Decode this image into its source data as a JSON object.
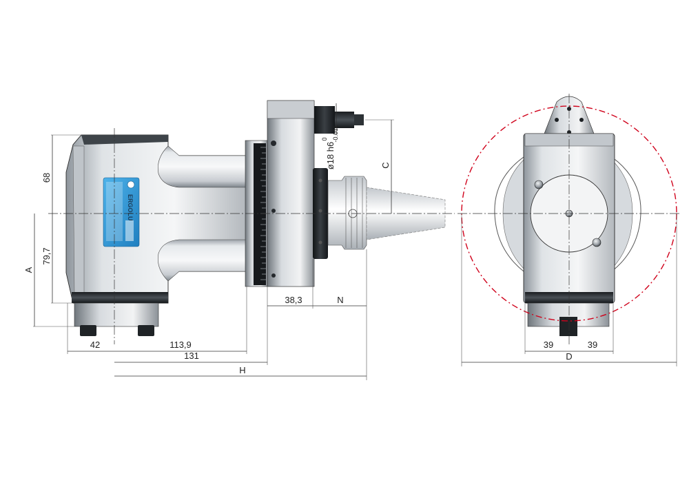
{
  "dimensions": {
    "d68": "68",
    "d79_7": "79,7",
    "A": "A",
    "d42": "42",
    "d113_9": "113,9",
    "d131": "131",
    "H": "H",
    "d38_3": "38,3",
    "N": "N",
    "C": "C",
    "shaft_dia": "ø18 h6",
    "tol_upper": "0",
    "tol_lower": "-0.011",
    "d39_left": "39",
    "d39_right": "39",
    "D": "D"
  },
  "label": {
    "brand": "ERGOLU"
  },
  "colors": {
    "red_circle": "#d0021b",
    "label_blue": "#2a8fd0",
    "dark_steel": "#1f2326"
  }
}
